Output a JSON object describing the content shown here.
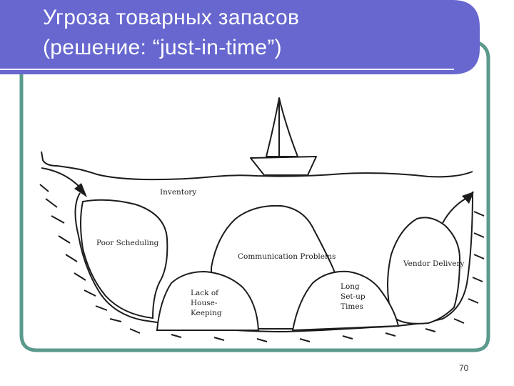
{
  "slide": {
    "title_line1": "Угроза товарных запасов",
    "title_line2": "(решение: “just-in-time”)",
    "page_number": "70",
    "colors": {
      "title_bar": "#6767cf",
      "frame": "#5a9a8c",
      "ink": "#1c1c1c",
      "background": "#ffffff"
    }
  },
  "diagram": {
    "labels": {
      "inventory": "Inventory",
      "poor_scheduling": "Poor Scheduling",
      "communication": "Communication Problems",
      "vendor": "Vendor Delivery",
      "lack_line1": "Lack of",
      "lack_line2": "House-",
      "lack_line3": "Keeping",
      "long_line1": "Long",
      "long_line2": "Set-up",
      "long_line3": "Times"
    }
  }
}
